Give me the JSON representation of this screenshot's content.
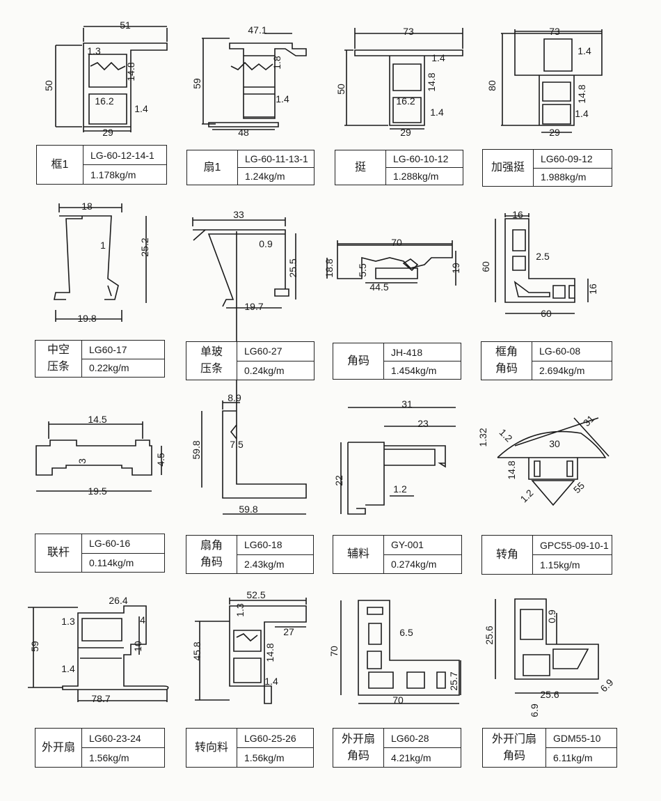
{
  "items": [
    {
      "name": [
        "框1"
      ],
      "code": "LG-60-12-14-1",
      "weight": "1.178kg/m",
      "dims": [
        "51",
        "1.3",
        "14.8",
        "50",
        "16.2",
        "1.4",
        "29"
      ]
    },
    {
      "name": [
        "扇1"
      ],
      "code": "LG-60-11-13-1",
      "weight": "1.24kg/m",
      "dims": [
        "47.1",
        "1.8",
        "59",
        "1.4",
        "48"
      ]
    },
    {
      "name": [
        "挺"
      ],
      "code": "LG-60-10-12",
      "weight": "1.288kg/m",
      "dims": [
        "73",
        "1.4",
        "14.8",
        "50",
        "16.2",
        "1.4",
        "29"
      ]
    },
    {
      "name": [
        "加强挺"
      ],
      "code": "LG60-09-12",
      "weight": "1.988kg/m",
      "dims": [
        "73",
        "1.4",
        "80",
        "14.8",
        "1.4",
        "29"
      ]
    },
    {
      "name": [
        "中空",
        "压条"
      ],
      "code": "LG60-17",
      "weight": "0.22kg/m",
      "dims": [
        "18",
        "1",
        "25.2",
        "19.8"
      ]
    },
    {
      "name": [
        "单玻",
        "压条"
      ],
      "code": "LG60-27",
      "weight": "0.24kg/m",
      "dims": [
        "33",
        "0.9",
        "25.5",
        "19.7"
      ]
    },
    {
      "name": [
        "角码"
      ],
      "code": "JH-418",
      "weight": "1.454kg/m",
      "dims": [
        "70",
        "18.8",
        "5.5",
        "44.5",
        "19"
      ]
    },
    {
      "name": [
        "框角",
        "角码"
      ],
      "code": "LG-60-08",
      "weight": "2.694kg/m",
      "dims": [
        "16",
        "2.5",
        "60",
        "16",
        "60"
      ]
    },
    {
      "name": [
        "联杆"
      ],
      "code": "LG-60-16",
      "weight": "0.114kg/m",
      "dims": [
        "14.5",
        "3",
        "4.5",
        "19.5"
      ]
    },
    {
      "name": [
        "扇角",
        "角码"
      ],
      "code": "LG60-18",
      "weight": "2.43kg/m",
      "dims": [
        "8.9",
        "59.8",
        "7.5",
        "59.8"
      ]
    },
    {
      "name": [
        "辅料"
      ],
      "code": "GY-001",
      "weight": "0.274kg/m",
      "dims": [
        "31",
        "23",
        "22",
        "1.2"
      ]
    },
    {
      "name": [
        "转角"
      ],
      "code": "GPC55-09-10-1",
      "weight": "1.15kg/m",
      "dims": [
        "31",
        "1.2",
        "1.32",
        "30",
        "14.8",
        "1.2",
        "55"
      ]
    },
    {
      "name": [
        "外开扇"
      ],
      "code": "LG60-23-24",
      "weight": "1.56kg/m",
      "dims": [
        "26.4",
        "1.3",
        "4",
        "59",
        "10",
        "1.4",
        "78.7"
      ]
    },
    {
      "name": [
        "转向料"
      ],
      "code": "LG60-25-26",
      "weight": "1.56kg/m",
      "dims": [
        "52.5",
        "1.3",
        "27",
        "45.8",
        "14.8",
        "1.4"
      ]
    },
    {
      "name": [
        "外开扇",
        "角码"
      ],
      "code": "LG60-28",
      "weight": "4.21kg/m",
      "dims": [
        "6.5",
        "70",
        "25.7",
        "70"
      ]
    },
    {
      "name": [
        "外开门扇",
        "角码"
      ],
      "code": "GDM55-10",
      "weight": "6.11kg/m",
      "dims": [
        "25.6",
        "0.9",
        "6.9",
        "25.6",
        "6.9"
      ]
    }
  ]
}
